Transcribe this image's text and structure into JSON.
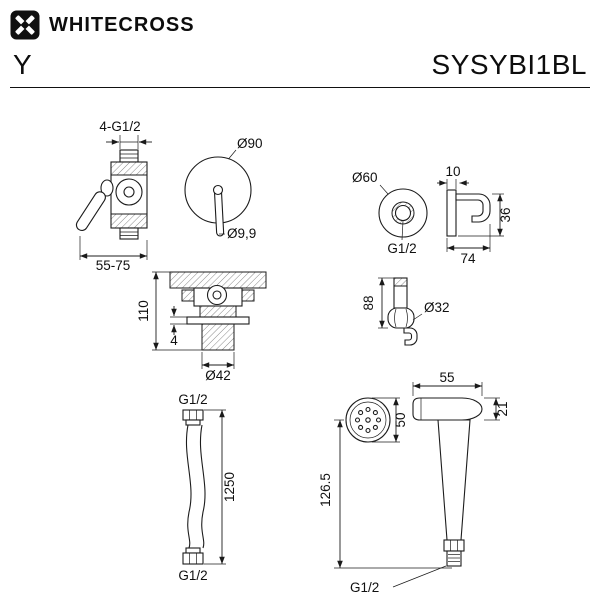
{
  "header": {
    "brand": "WHITECROSS",
    "series": "Y",
    "model": "SYSYBI1BL"
  },
  "drawing": {
    "mixer": {
      "thread": "4-G1/2",
      "depth": "55-75"
    },
    "trim": {
      "plate": "Ø90",
      "pin": "Ø9,9"
    },
    "holder": {
      "flange": "Ø60",
      "thread": "G1/2",
      "plate_width": "10",
      "hook_height": "36",
      "depth": "74"
    },
    "valve": {
      "height": "110",
      "plate": "4",
      "body": "Ø42"
    },
    "outlet": {
      "height": "88",
      "flange": "Ø32"
    },
    "hose": {
      "thread_top": "G1/2",
      "length": "1250",
      "thread_bottom": "G1/2"
    },
    "sprayer": {
      "head_length": "55",
      "head_height": "21",
      "face": "50",
      "body_length": "126.5",
      "thread": "G1/2"
    }
  }
}
